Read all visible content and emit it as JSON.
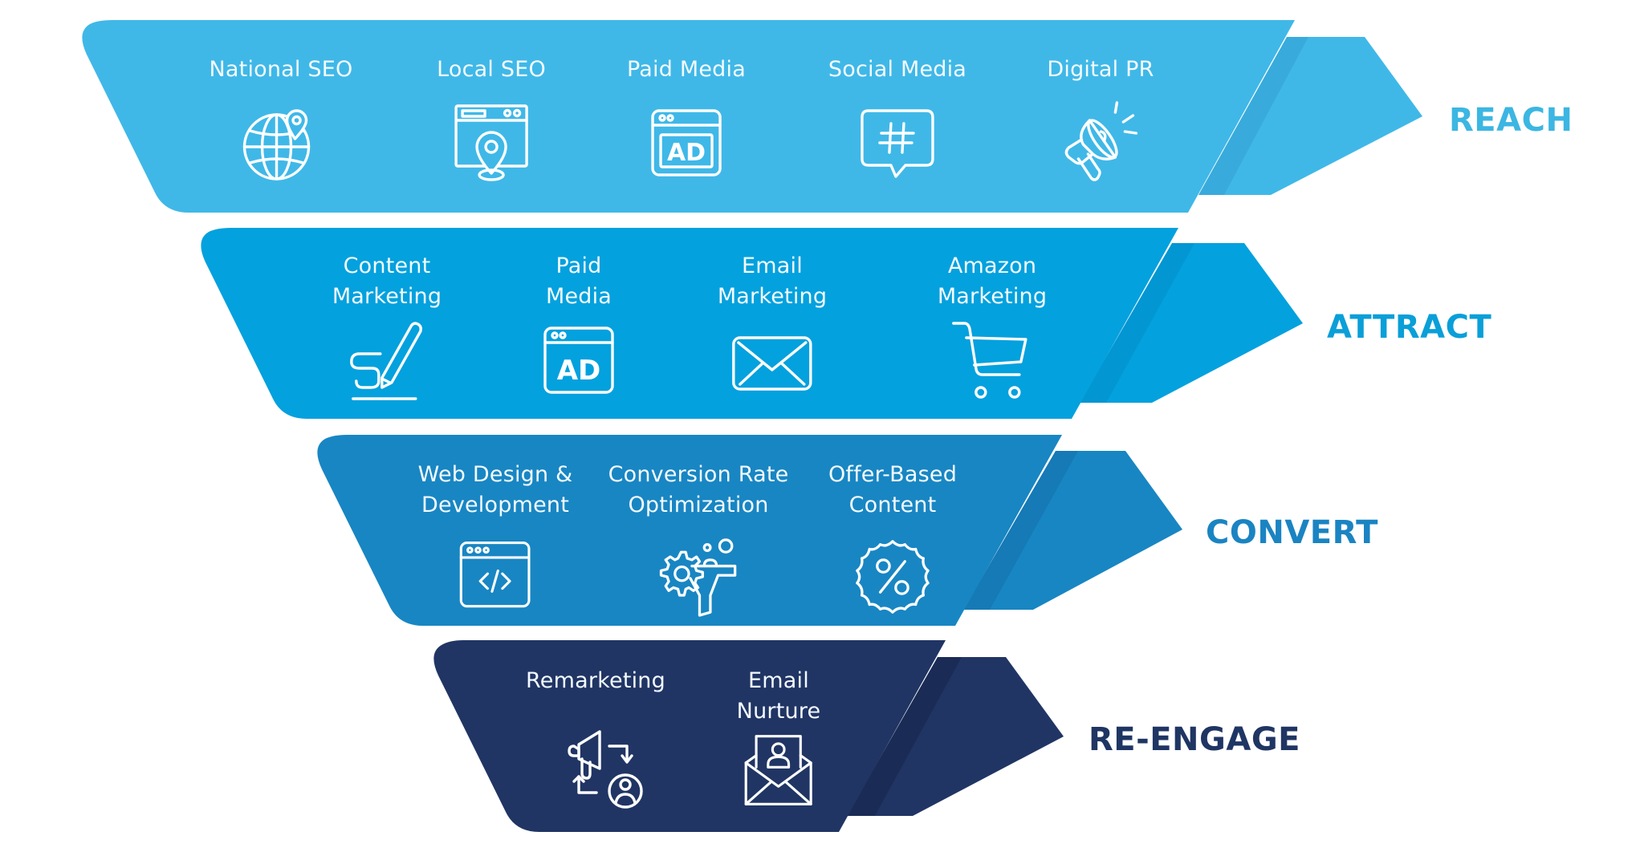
{
  "colors": {
    "reach": "#3fb8e8",
    "attract": "#03a1de",
    "convert": "#1886c3",
    "reengage": "#203564",
    "fold_shadow": "rgba(0,0,0,0.10)"
  },
  "stages": [
    {
      "id": "reach",
      "label": "REACH",
      "label_color": "#3cb6e2",
      "items": [
        {
          "label": "National SEO",
          "icon": "globe-location-icon"
        },
        {
          "label": "Local SEO",
          "icon": "browser-location-pin-icon"
        },
        {
          "label": "Paid Media",
          "icon": "browser-ad-icon"
        },
        {
          "label": "Social Media",
          "icon": "chat-hashtag-icon"
        },
        {
          "label": "Digital PR",
          "icon": "megaphone-icon"
        }
      ]
    },
    {
      "id": "attract",
      "label": "ATTRACT",
      "label_color": "#0a9fd8",
      "items": [
        {
          "label": "Content\nMarketing",
          "icon": "pen-writing-icon"
        },
        {
          "label": "Paid\nMedia",
          "icon": "browser-ad-icon"
        },
        {
          "label": "Email\nMarketing",
          "icon": "envelope-icon"
        },
        {
          "label": "Amazon\nMarketing",
          "icon": "shopping-cart-icon"
        }
      ]
    },
    {
      "id": "convert",
      "label": "CONVERT",
      "label_color": "#1a84c2",
      "items": [
        {
          "label": "Web Design &\nDevelopment",
          "icon": "browser-code-icon"
        },
        {
          "label": "Conversion Rate\nOptimization",
          "icon": "gear-funnel-icon"
        },
        {
          "label": "Offer-Based\nContent",
          "icon": "discount-badge-icon"
        }
      ]
    },
    {
      "id": "reengage",
      "label": "RE-ENGAGE",
      "label_color": "#1f3563",
      "items": [
        {
          "label": "Remarketing",
          "icon": "megaphone-user-cycle-icon"
        },
        {
          "label": "Email\nNurture",
          "icon": "envelope-user-icon"
        }
      ]
    }
  ]
}
